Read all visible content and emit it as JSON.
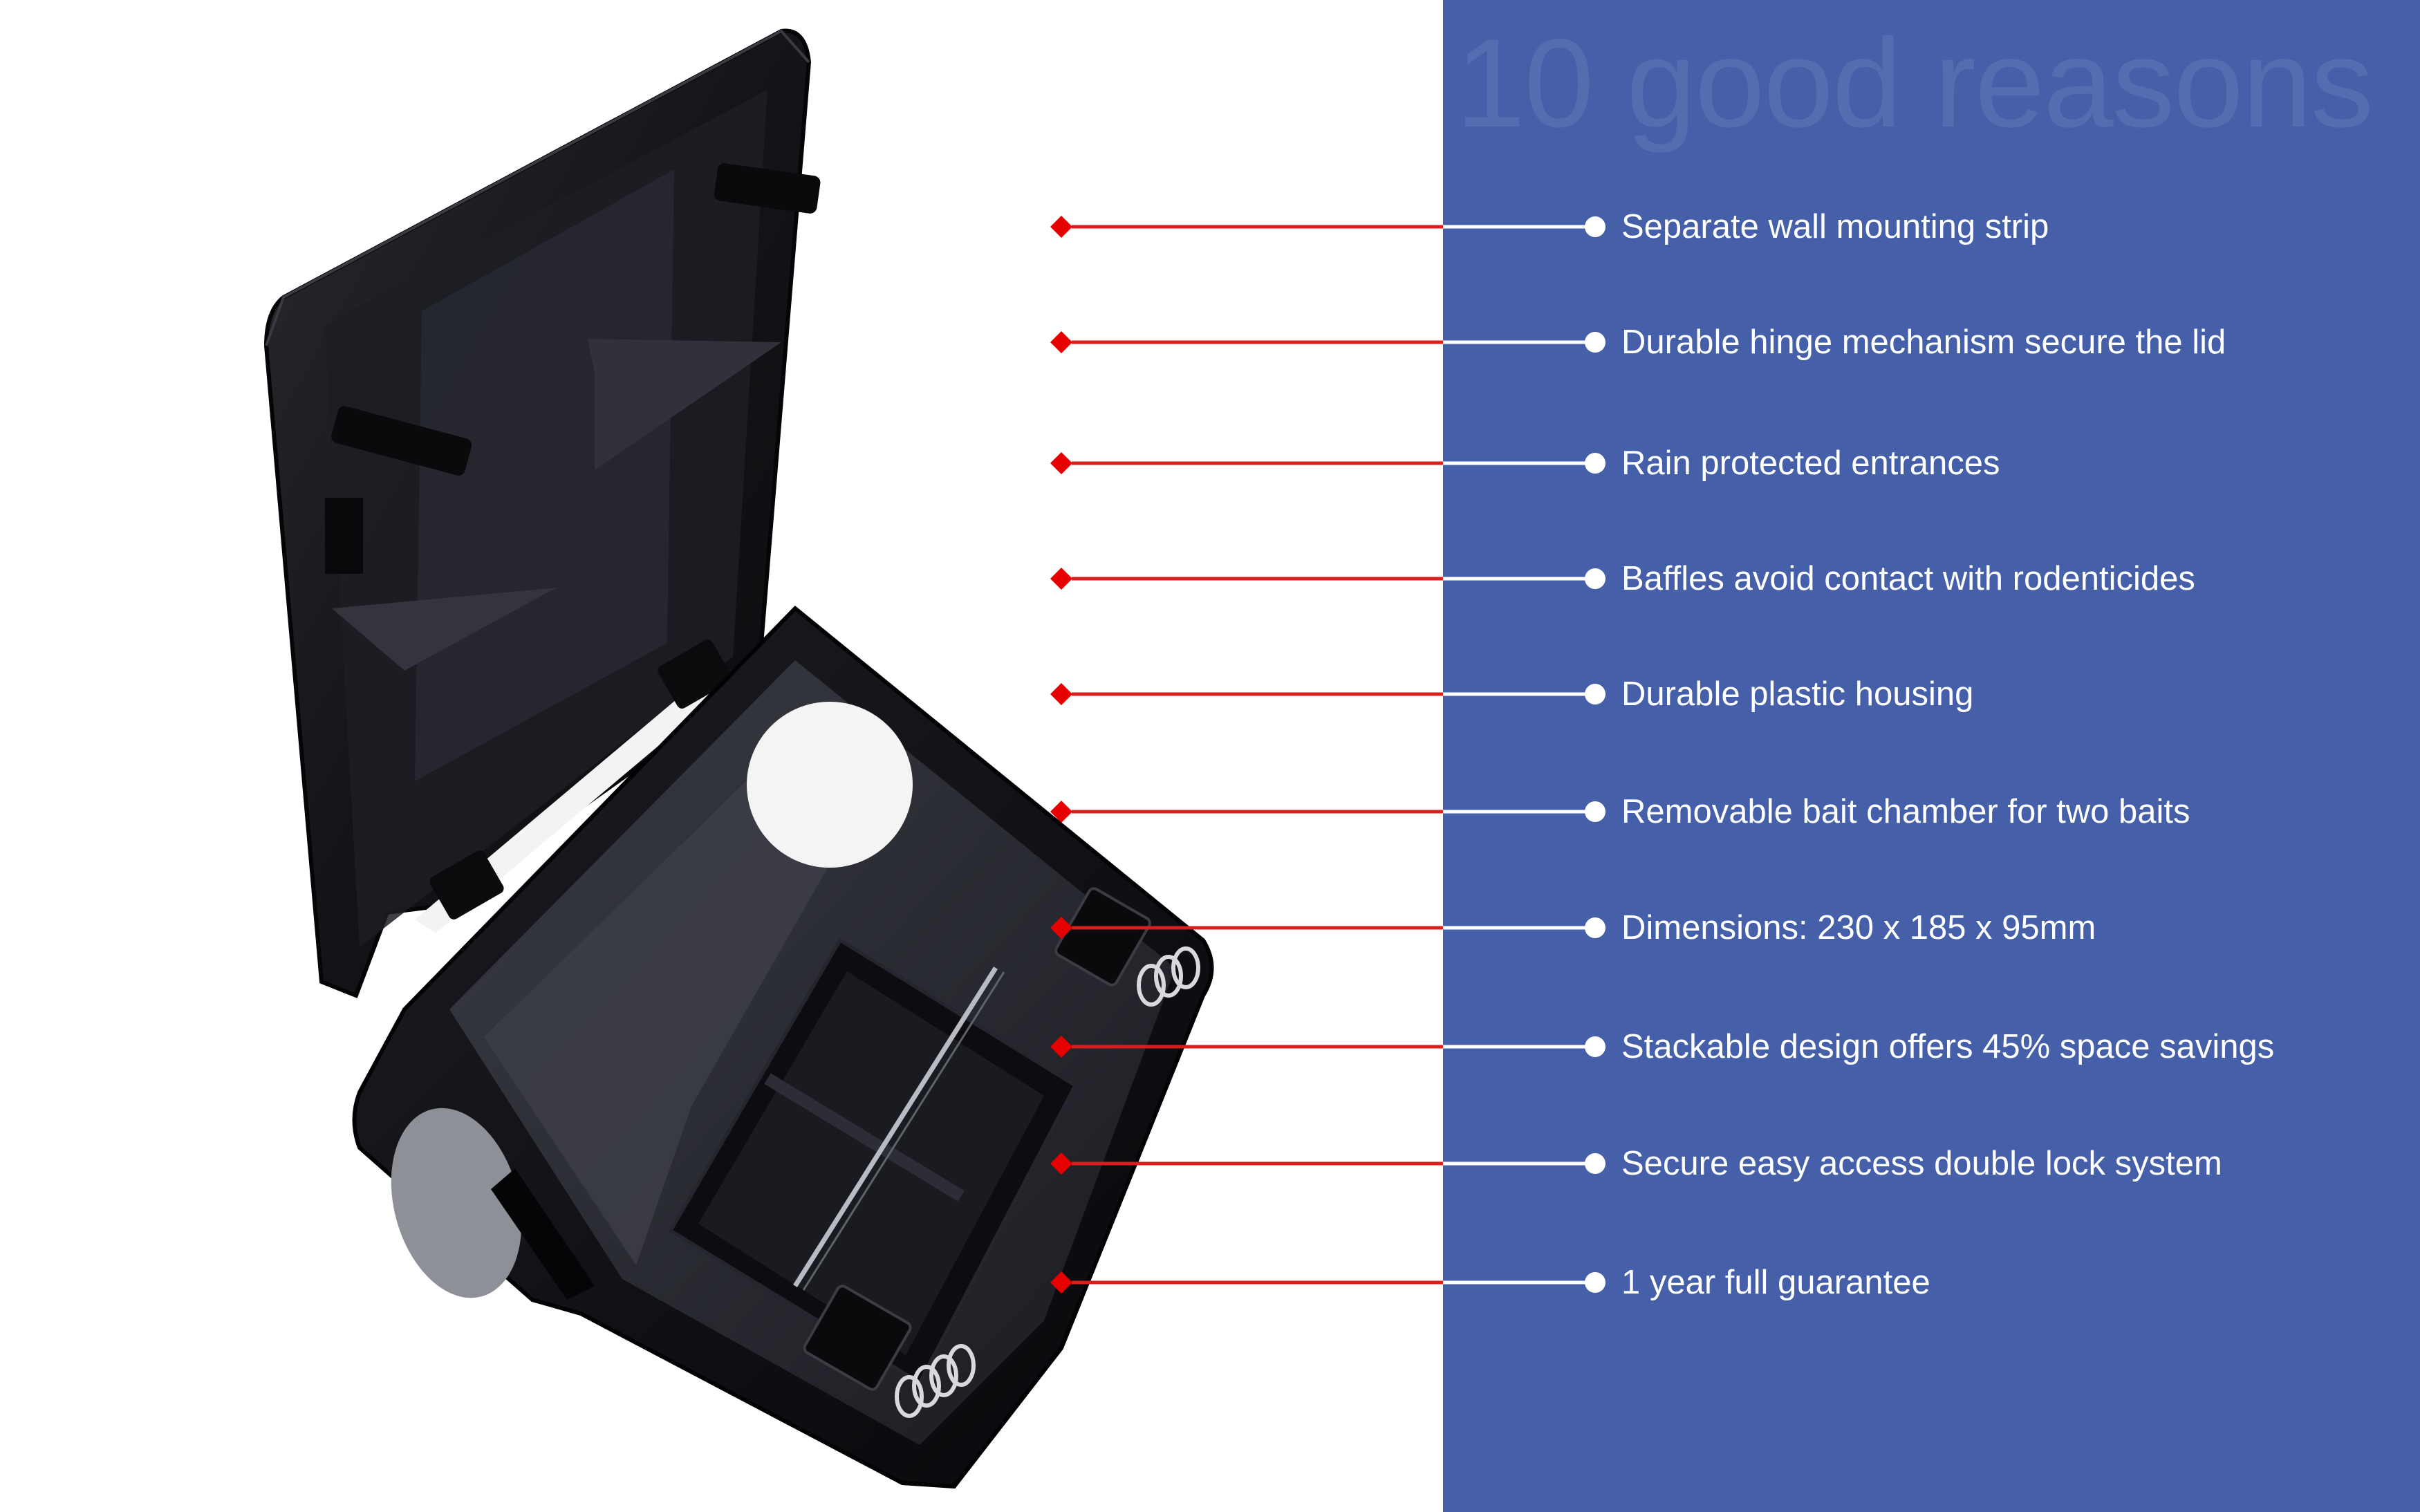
{
  "heading": "10 good reasons",
  "reasons": [
    "Separate wall mounting strip",
    "Durable hinge mechanism secure the lid",
    "Rain protected entrances",
    "Baffles avoid contact with rodenticides",
    "Durable plastic housing",
    "Removable bait chamber for two baits",
    "Dimensions: 230 x 185 x 95mm",
    "Stackable design offers 45% space savings",
    "Secure easy access double lock system",
    "1 year full guarantee"
  ],
  "colors": {
    "panel": "#4560A8",
    "heading": "#536DB0",
    "pointer_line": "#D81E1E",
    "pointer_marker": "#E60000",
    "callout_line": "#FFFFFF",
    "product": "#141418"
  },
  "product_image": "black rodent bait station with open lid"
}
